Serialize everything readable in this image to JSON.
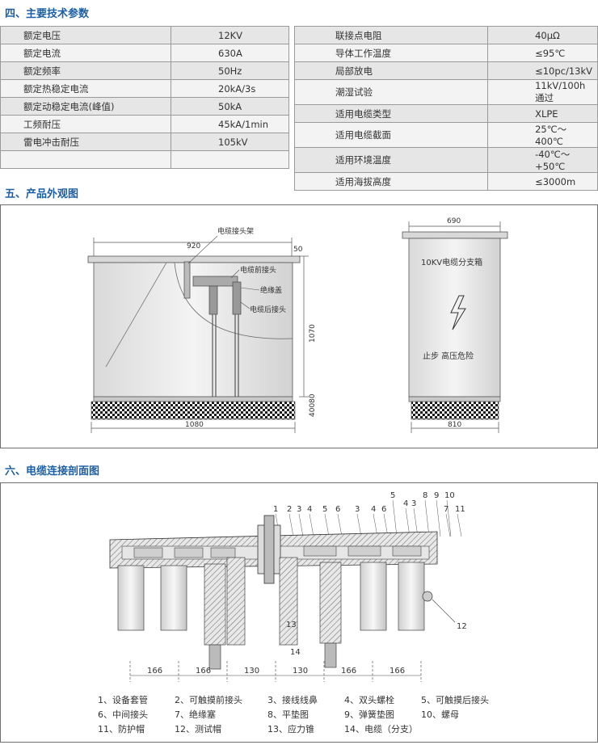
{
  "sections": {
    "s4": "四、主要技术参数",
    "s5": "五、产品外观图",
    "s6": "六、电缆连接剖面图"
  },
  "spec_left": [
    {
      "label": "额定电压",
      "value": "12KV"
    },
    {
      "label": "额定电流",
      "value": "630A"
    },
    {
      "label": "额定频率",
      "value": "50Hz"
    },
    {
      "label": "额定热稳定电流",
      "value": "20kA/3s"
    },
    {
      "label": "额定动稳定电流(峰值)",
      "value": "50kA"
    },
    {
      "label": "工频耐压",
      "value": "45kA/1min"
    },
    {
      "label": "雷电冲击耐压",
      "value": "105kV"
    },
    {
      "label": "",
      "value": ""
    }
  ],
  "spec_right": [
    {
      "label": "联接点电阻",
      "value": "40μΩ"
    },
    {
      "label": "导体工作温度",
      "value": "≤95℃"
    },
    {
      "label": "局部放电",
      "value": "≤10pc/13kV"
    },
    {
      "label": "潮湿试验",
      "value": "11kV/100h通过"
    },
    {
      "label": "适用电缆类型",
      "value": "XLPE"
    },
    {
      "label": "适用电缆截面",
      "value": "25℃～400℃"
    },
    {
      "label": "适用环境温度",
      "value": "-40℃～+50℃"
    },
    {
      "label": "适用海拔高度",
      "value": "≤3000m"
    }
  ],
  "appearance": {
    "front": {
      "dim_width": "920",
      "dim_side": "50",
      "dim_height": "1070",
      "dim_base": "40080",
      "dim_bottom": "1080",
      "labels": {
        "bracket": "电缆接头架",
        "front_connector": "电缆前接头",
        "insulation_cap": "绝缘盖",
        "rear_connector": "电缆后接头"
      }
    },
    "side": {
      "dim_top": "690",
      "dim_bottom": "810",
      "title": "10KV电缆分支箱",
      "warning": "止步  高压危险"
    }
  },
  "section_view": {
    "callouts_top": [
      "1",
      "2",
      "3",
      "4",
      "5",
      "6",
      "3",
      "4",
      "6",
      "5",
      "4",
      "3",
      "8",
      "9",
      "10",
      "7",
      "11"
    ],
    "callout_12": "12",
    "callout_13": "13",
    "callout_14": "14",
    "dims": [
      "166",
      "166",
      "130",
      "130",
      "166",
      "166"
    ],
    "legend": [
      [
        "1、设备套管",
        "2、可触摸前接头",
        "3、接线线鼻",
        "4、双头螺栓",
        "5、可触摸后接头"
      ],
      [
        "6、中间接头",
        "7、绝缘塞",
        "8、平垫图",
        "9、弹簧垫图",
        "10、螺母"
      ],
      [
        "11、防护帽",
        "12、测试帽",
        "13、应力锥",
        "14、电缆（分支）"
      ]
    ]
  }
}
